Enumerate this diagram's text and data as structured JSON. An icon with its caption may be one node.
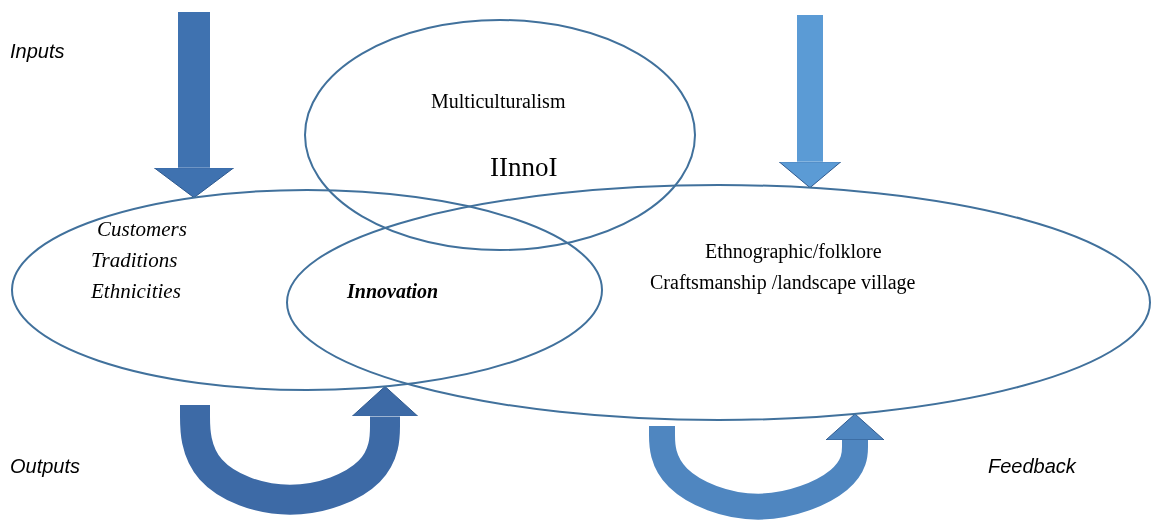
{
  "diagram": {
    "nodes": [
      {
        "text": [
          "Customers",
          "Traditions",
          "Ethnicities"
        ]
      },
      {
        "text": [
          "Multiculturalism",
          "IInnoI"
        ]
      },
      {
        "text": [
          "Ethnographic/folklore",
          "Craftsmanship /landscape village"
        ]
      }
    ],
    "edges": [
      {
        "from": null,
        "to": 0,
        "arrow": "to",
        "color": "#3f72b0"
      },
      {
        "from": null,
        "to": 2,
        "arrow": "to",
        "color": "#5b9bd5"
      },
      {
        "from": null,
        "to": 0,
        "arrow": "to",
        "color": "#3d6aa6"
      },
      {
        "from": null,
        "to": 2,
        "arrow": "to",
        "color": "#4f86c0"
      }
    ],
    "labels": [
      "Inputs",
      "Innovation",
      "Outputs",
      "Feedback"
    ]
  }
}
